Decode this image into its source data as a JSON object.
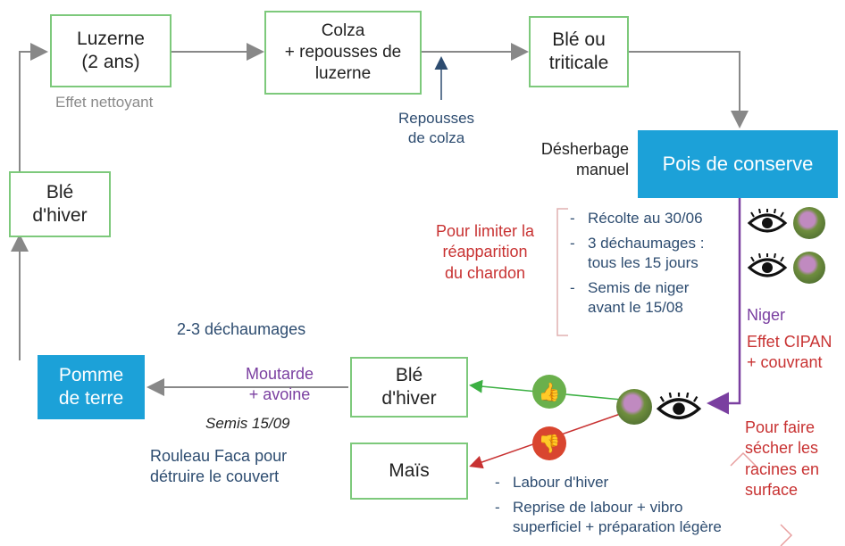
{
  "boxes": {
    "luzerne": "Luzerne\n(2 ans)",
    "colza": "Colza\n+ repousses de\nluzerne",
    "ble_ou_triticale": "Blé ou\ntriticale",
    "pois": "Pois de conserve",
    "ble_hiver_left": "Blé\nd'hiver",
    "pomme": "Pomme\nde terre",
    "ble_hiver_bottom": "Blé\nd'hiver",
    "mais": "Maïs"
  },
  "labels": {
    "effet_nettoyant": "Effet nettoyant",
    "repousses_colza": "Repousses\nde colza",
    "desherbage": "Désherbage\nmanuel",
    "pour_limiter": "Pour limiter la\nréapparition\ndu chardon",
    "niger": "Niger",
    "effet_cipan": "Effet CIPAN\n+ couvrant",
    "dechaumages": "2-3 déchaumages",
    "moutarde": "Moutarde\n+ avoine",
    "semis": "Semis 15/09",
    "rouleau": "Rouleau Faca pour\ndétruire le couvert",
    "pour_faire": "Pour faire\nsécher les\nracines en\nsurface"
  },
  "lists": {
    "pois_actions": [
      "Récolte au 30/06",
      "3 déchaumages :\ntous les 15 jours",
      "Semis de niger\navant le 15/08"
    ],
    "mais_actions": [
      "Labour d'hiver",
      "Reprise de labour + vibro\nsuperficiel + préparation légère"
    ]
  },
  "colors": {
    "box_border": "#7dc97b",
    "blue_fill": "#1ca1d8",
    "arrow_gray": "#888888",
    "arrow_purple": "#7a3fa0",
    "arrow_green": "#3cb043",
    "arrow_red": "#c83232",
    "text_navy": "#2d4c70",
    "text_red": "#c83232"
  },
  "icons": [
    "eye-icon",
    "thistle-icon",
    "thumbs-up-icon",
    "thumbs-down-icon"
  ]
}
